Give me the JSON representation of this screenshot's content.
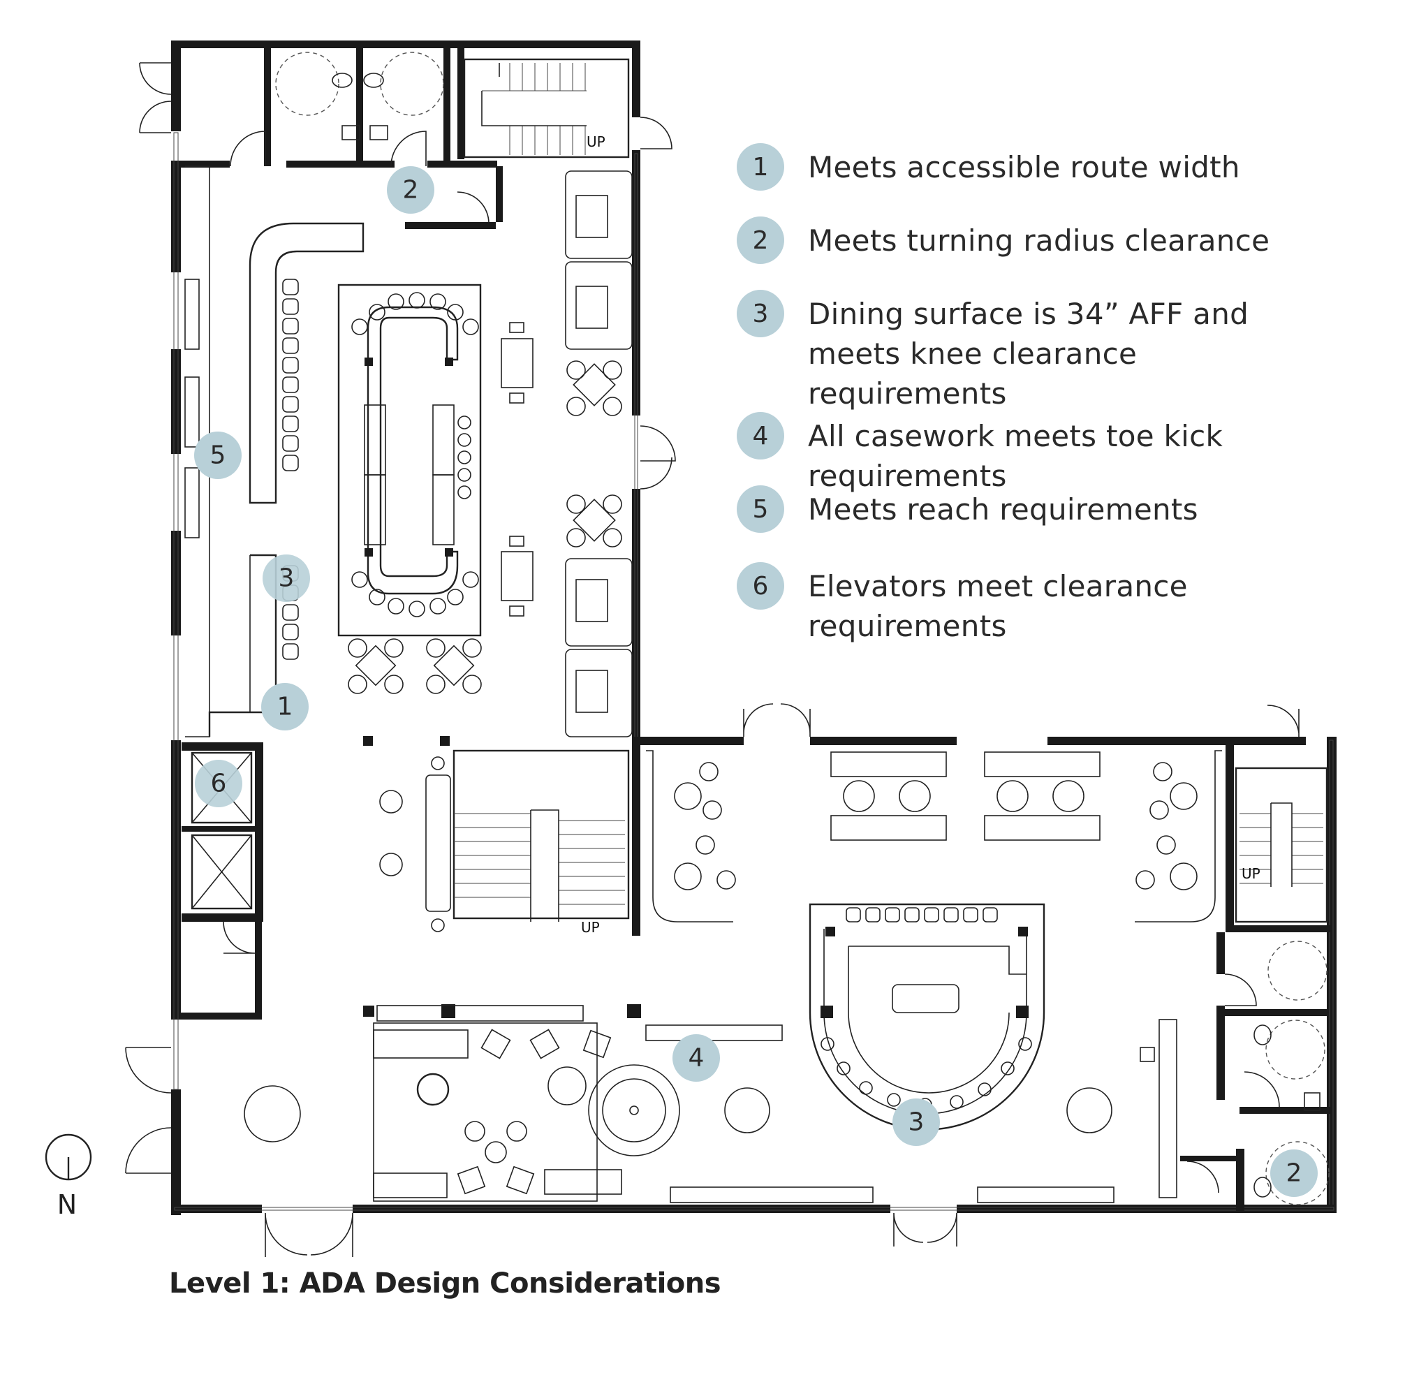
{
  "title": "Level 1: ADA Design Considerations",
  "north_label": "N",
  "stair_label": "UP",
  "legend": [
    {
      "number": "1",
      "text": "Meets accessible route width"
    },
    {
      "number": "2",
      "text": "Meets turning radius clearance"
    },
    {
      "number": "3",
      "text": "Dining surface is 34” AFF and meets knee clearance requirements"
    },
    {
      "number": "4",
      "text": "All casework meets toe kick requirements"
    },
    {
      "number": "5",
      "text": "Meets reach requirements"
    },
    {
      "number": "6",
      "text": "Elevators meet clearance requirements"
    }
  ],
  "plan_markers": [
    {
      "number": "1",
      "location": "accessible route beside bar counter"
    },
    {
      "number": "2",
      "location": "corridor near restrooms"
    },
    {
      "number": "3",
      "location": "bar counter"
    },
    {
      "number": "5",
      "location": "back bar casework"
    },
    {
      "number": "6",
      "location": "elevator"
    },
    {
      "number": "4",
      "location": "lounge casework"
    },
    {
      "number": "3",
      "location": "round bar"
    },
    {
      "number": "2",
      "location": "east restroom"
    }
  ],
  "colors": {
    "marker": "#b8d0d8",
    "walls": "#1a1a1a",
    "text": "#2a2a2a"
  }
}
